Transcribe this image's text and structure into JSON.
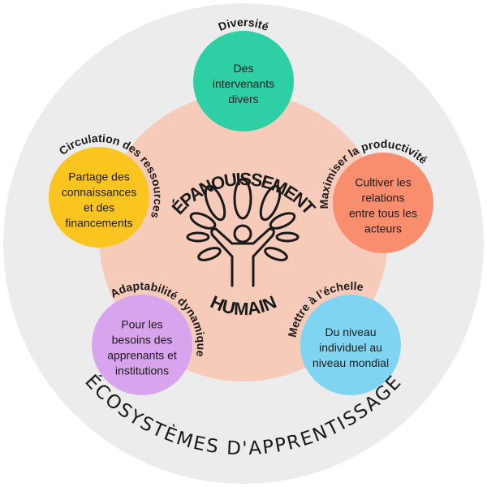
{
  "center": {
    "title_top": "ÉPANOUISSEMENT",
    "title_bottom": "HUMAIN",
    "icon": "tree-person-icon"
  },
  "outer_label": "ÉCOSYSTÈMES D'APPRENTISSAGE",
  "nodes": [
    {
      "label": "Diversité",
      "lines": [
        "Des",
        "intervenants",
        "divers"
      ],
      "color": "#2fcfa6"
    },
    {
      "label": "Circulation des ressources",
      "lines": [
        "Partage des",
        "connaissances",
        "et des",
        "financements"
      ],
      "color": "#f9c51e"
    },
    {
      "label": "Maximiser la productivité",
      "lines": [
        "Cultiver les",
        "relations",
        "entre tous les",
        "acteurs"
      ],
      "color": "#f98e6f"
    },
    {
      "label": "Adaptabilité dynamique",
      "lines": [
        "Pour les",
        "besoins des",
        "apprenants et",
        "institutions"
      ],
      "color": "#d9a4ee"
    },
    {
      "label": "Mettre à l’échelle",
      "lines": [
        "Du niveau",
        "individuel au",
        "niveau mondial"
      ],
      "color": "#7fd5f1"
    }
  ],
  "colors": {
    "outer": "#ececec",
    "inner": "#f6cbb9"
  }
}
